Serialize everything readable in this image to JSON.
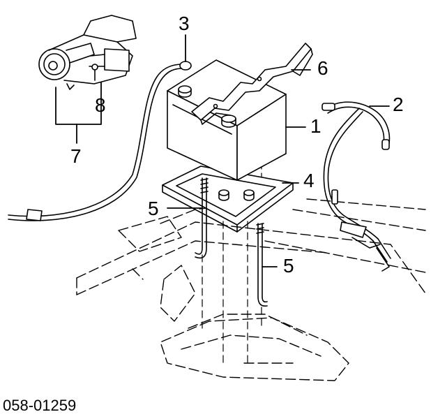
{
  "diagram": {
    "reference_number": "058-01259",
    "callouts": {
      "c1": "1",
      "c2": "2",
      "c3": "3",
      "c4": "4",
      "c5a": "5",
      "c5b": "5",
      "c6": "6",
      "c7": "7",
      "c8": "8"
    }
  }
}
